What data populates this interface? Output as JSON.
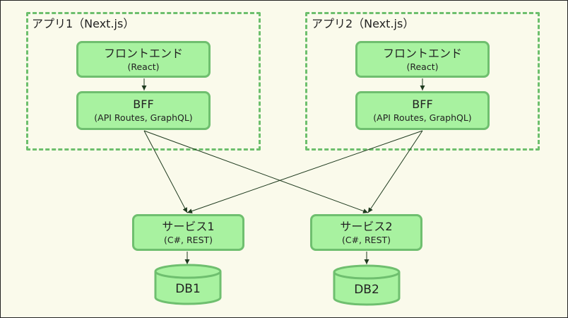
{
  "colors": {
    "background": "#fafaeb",
    "node_fill": "#a8f2a0",
    "node_border": "#6fbf6f",
    "group_border": "#6dbf6d",
    "edge": "#1e3a1e"
  },
  "groups": [
    {
      "id": "app1",
      "label": "アプリ1（Next.js）"
    },
    {
      "id": "app2",
      "label": "アプリ2（Next.js）"
    }
  ],
  "nodes": {
    "app1_frontend": {
      "title": "フロントエンド",
      "sub": "(React)"
    },
    "app1_bff": {
      "title": "BFF",
      "sub": "(API Routes, GraphQL)"
    },
    "app2_frontend": {
      "title": "フロントエンド",
      "sub": "(React)"
    },
    "app2_bff": {
      "title": "BFF",
      "sub": "(API Routes, GraphQL)"
    },
    "service1": {
      "title": "サービス1",
      "sub": "(C#, REST)"
    },
    "service2": {
      "title": "サービス2",
      "sub": "(C#, REST)"
    },
    "db1": {
      "title": "DB1"
    },
    "db2": {
      "title": "DB2"
    }
  },
  "edges": [
    {
      "from": "app1_frontend",
      "to": "app1_bff"
    },
    {
      "from": "app2_frontend",
      "to": "app2_bff"
    },
    {
      "from": "app1_bff",
      "to": "service1"
    },
    {
      "from": "app1_bff",
      "to": "service2"
    },
    {
      "from": "app2_bff",
      "to": "service1"
    },
    {
      "from": "app2_bff",
      "to": "service2"
    },
    {
      "from": "service1",
      "to": "db1"
    },
    {
      "from": "service2",
      "to": "db2"
    }
  ]
}
